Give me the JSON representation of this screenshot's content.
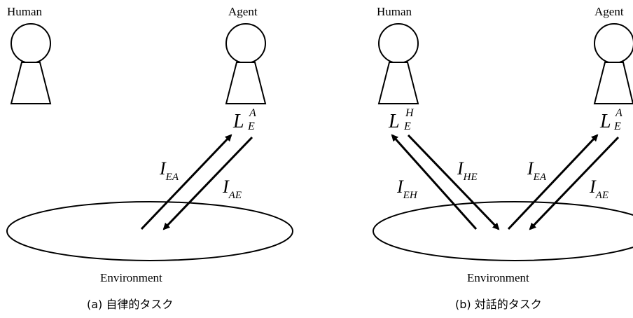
{
  "panel_a": {
    "human_label": "Human",
    "agent_label": "Agent",
    "environment_label": "Environment",
    "caption": "(a) 自律的タスク",
    "agent_symbol": {
      "base": "L",
      "sup": "A",
      "sub": "E"
    },
    "arrow_ea": {
      "base": "I",
      "sub": "EA"
    },
    "arrow_ae": {
      "base": "I",
      "sub": "AE"
    }
  },
  "panel_b": {
    "human_label": "Human",
    "agent_label": "Agent",
    "environment_label": "Environment",
    "caption": "(b) 対話的タスク",
    "human_symbol": {
      "base": "L",
      "sup": "H",
      "sub": "E"
    },
    "agent_symbol": {
      "base": "L",
      "sup": "A",
      "sub": "E"
    },
    "arrow_eh": {
      "base": "I",
      "sub": "EH"
    },
    "arrow_he": {
      "base": "I",
      "sub": "HE"
    },
    "arrow_ea": {
      "base": "I",
      "sub": "EA"
    },
    "arrow_ae": {
      "base": "I",
      "sub": "AE"
    }
  }
}
